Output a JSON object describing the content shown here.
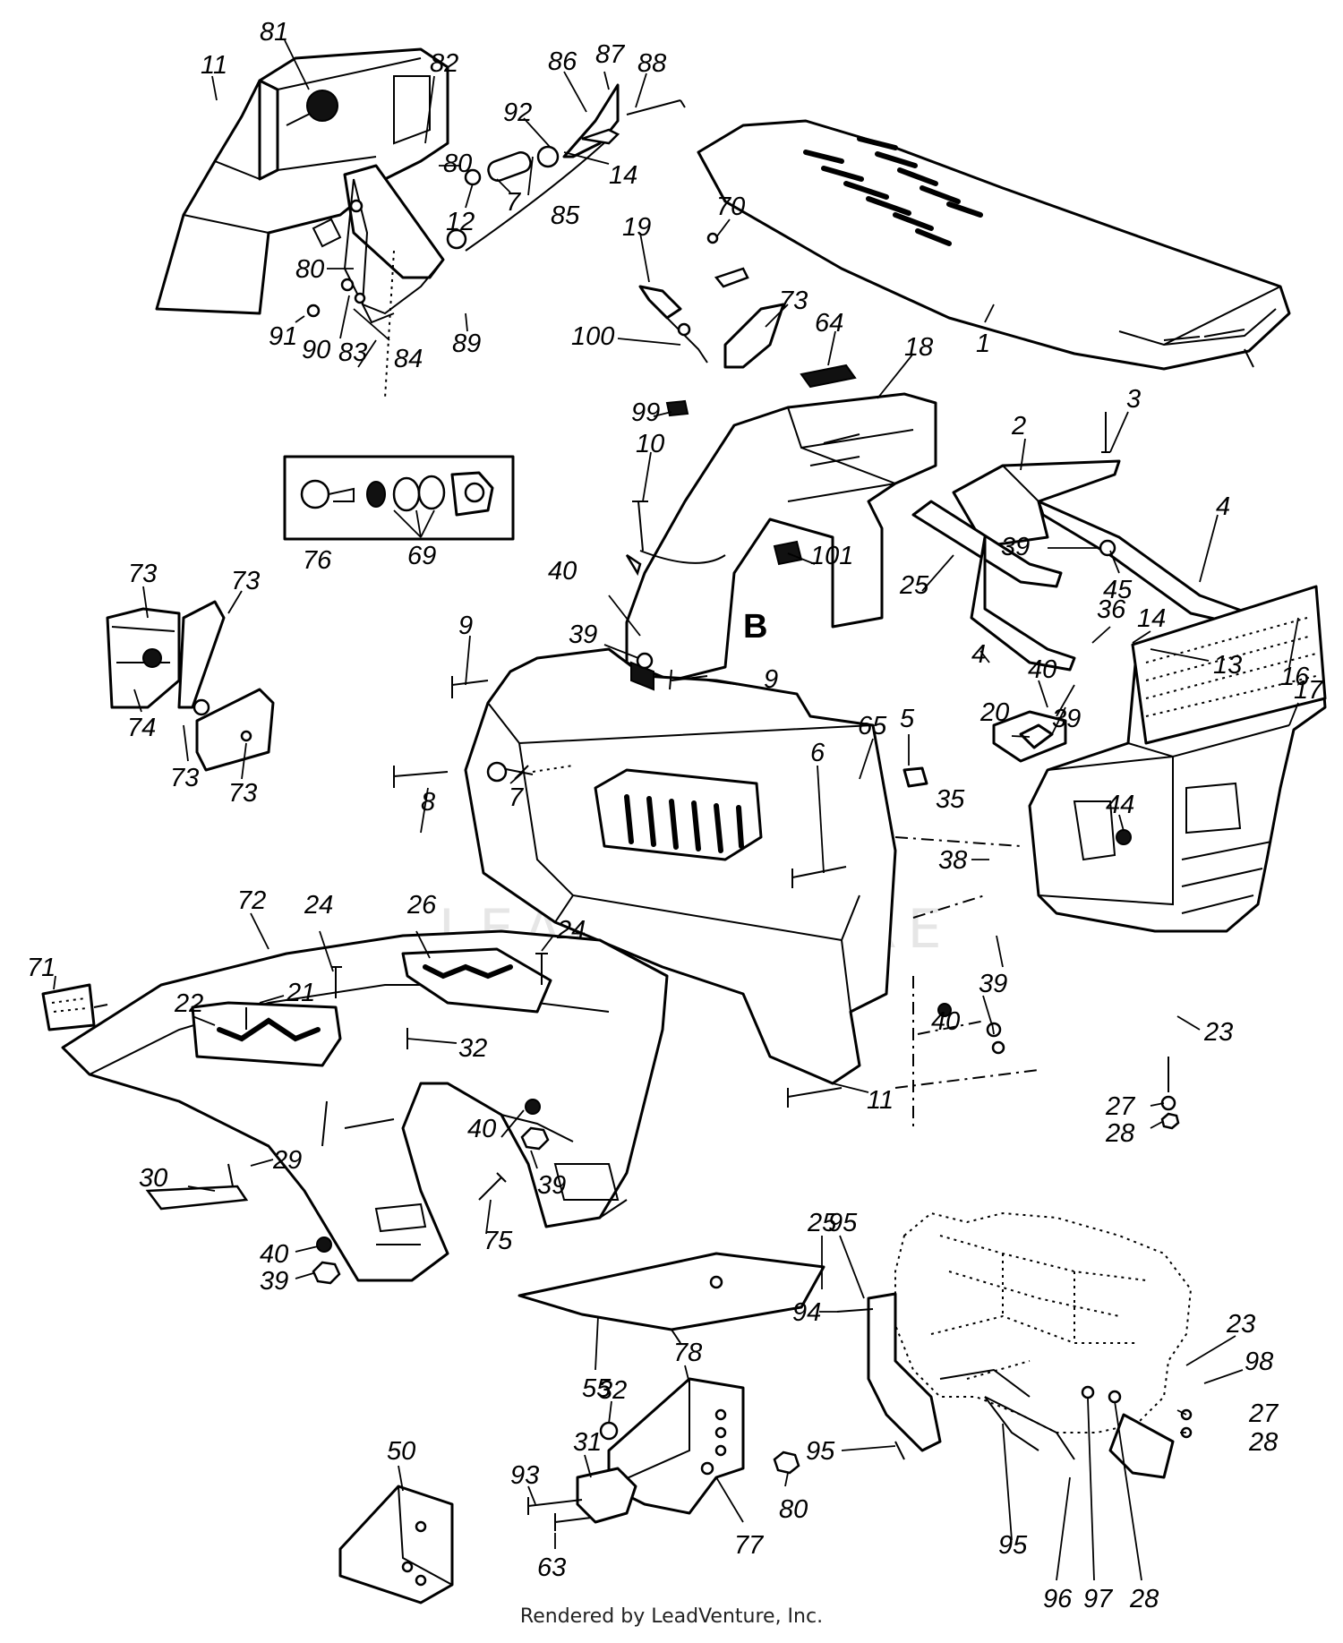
{
  "watermark": "LEADVENTURE",
  "section_marker": "B",
  "footer": "Rendered by LeadVenture, Inc.",
  "callouts": {
    "c11a": "11",
    "c81": "81",
    "c82": "82",
    "c86": "86",
    "c87": "87",
    "c88": "88",
    "c92": "92",
    "c14a": "14",
    "c80a": "80",
    "c7a": "7",
    "c12": "12",
    "c85": "85",
    "c80b": "80",
    "c91": "91",
    "c90": "90",
    "c83": "83",
    "c84": "84",
    "c89": "89",
    "c19": "19",
    "c70": "70",
    "c73a": "73",
    "c64": "64",
    "c100": "100",
    "c1": "1",
    "c99": "99",
    "c18": "18",
    "c10": "10",
    "c3": "3",
    "c2": "2",
    "c4a": "4",
    "c76": "76",
    "c69": "69",
    "c101": "101",
    "c40a": "40",
    "c39a": "39",
    "c9a": "9",
    "c9b": "9",
    "c39b": "39",
    "c45": "45",
    "c25a": "25",
    "c36": "36",
    "c14b": "14",
    "c4b": "4",
    "c13": "13",
    "c73b": "73",
    "c73c": "73",
    "c74": "74",
    "c73d": "73",
    "c73e": "73",
    "c65": "65",
    "c5": "5",
    "c6": "6",
    "c7b": "7",
    "c8": "8",
    "c16": "16",
    "c20": "20",
    "c40b": "40",
    "c39c": "39",
    "c17": "17",
    "c35": "35",
    "c44": "44",
    "c38": "38",
    "c72": "72",
    "c24a": "24",
    "c26": "26",
    "c24b": "24",
    "c71": "71",
    "c22": "22",
    "c21": "21",
    "c39d": "39",
    "c40c": "40",
    "c23a": "23",
    "c11b": "11",
    "c32a": "32",
    "c40d": "40",
    "c39e": "39",
    "c27a": "27",
    "c28a": "28",
    "c29": "29",
    "c30": "30",
    "c40e": "40",
    "c39f": "39",
    "c75": "75",
    "c25b": "25",
    "c95a": "95",
    "c94": "94",
    "c23b": "23",
    "c55": "55",
    "c78": "78",
    "c98": "98",
    "c32b": "32",
    "c27b": "27",
    "c28b": "28",
    "c95b": "95",
    "c50": "50",
    "c93": "93",
    "c31": "31",
    "c80c": "80",
    "c95c": "95",
    "c77": "77",
    "c63": "63",
    "c96": "96",
    "c97": "97",
    "c28c": "28"
  }
}
